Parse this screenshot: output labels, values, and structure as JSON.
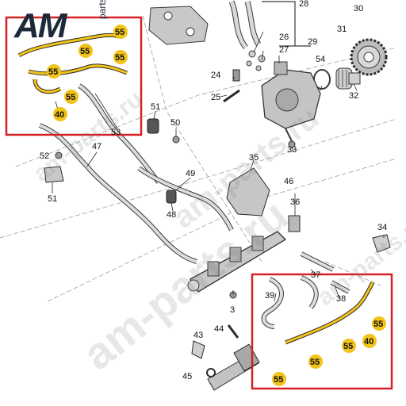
{
  "logo": {
    "main": "AM",
    "sub": "parts"
  },
  "watermarks": [
    "am-parts.ru",
    "am-parts.ru",
    "am-parts.ru",
    "am-parts.ru"
  ],
  "colors": {
    "highlight_box": "#d42027",
    "marker": "#f2c318",
    "line": "#3a3a3a",
    "part": "#bdbdbd"
  },
  "part_labels": {
    "l28": "28",
    "l30": "30",
    "l26": "26",
    "l27": "27",
    "l29": "29",
    "l54": "54",
    "l31": "31",
    "l24": "24",
    "l25": "25",
    "l32": "32",
    "l33": "33",
    "l51a": "51",
    "l50": "50",
    "l47": "47",
    "l52": "52",
    "l51b": "51",
    "l35": "35",
    "l49": "49",
    "l46": "46",
    "l36": "36",
    "l48": "48",
    "l34": "34",
    "l53": "53",
    "l37": "37",
    "l39": "39",
    "l38": "38",
    "l3": "3",
    "l43": "43",
    "l44": "44",
    "l45": "45",
    "l40b": "40"
  },
  "markers": {
    "m1": "55",
    "m2": "55",
    "m3": "55",
    "m4": "55",
    "m5": "55",
    "m6": "40",
    "m7": "55",
    "m8": "40",
    "m9": "55",
    "m10": "55",
    "m11": "55"
  }
}
